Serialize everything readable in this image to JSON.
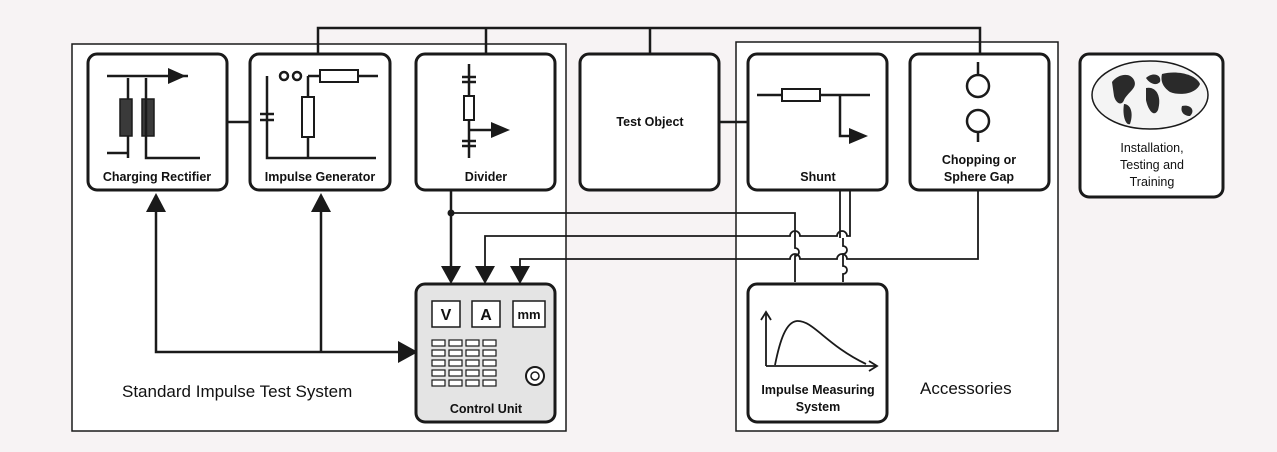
{
  "regions": {
    "standard": "Standard Impulse Test System",
    "accessories": "Accessories"
  },
  "blocks": {
    "charging_rectifier": "Charging Rectifier",
    "impulse_generator": "Impulse Generator",
    "divider": "Divider",
    "test_object": "Test Object",
    "shunt": "Shunt",
    "chopping_line1": "Chopping or",
    "chopping_line2": "Sphere Gap",
    "control_unit": "Control Unit",
    "ims_line1": "Impulse Measuring",
    "ims_line2": "System",
    "install_line1": "Installation,",
    "install_line2": "Testing and",
    "install_line3": "Training"
  },
  "meters": {
    "volt": "V",
    "amp": "A",
    "mm": "mm"
  },
  "icons": {
    "charging_rectifier": "transformer-rectifier-icon",
    "impulse_generator": "impulse-generator-circuit-icon",
    "divider": "voltage-divider-icon",
    "shunt": "shunt-resistor-icon",
    "chopping_gap": "sphere-gap-icon",
    "impulse_measuring": "impulse-waveform-icon",
    "installation": "world-map-icon",
    "control_knob": "knob-icon"
  }
}
